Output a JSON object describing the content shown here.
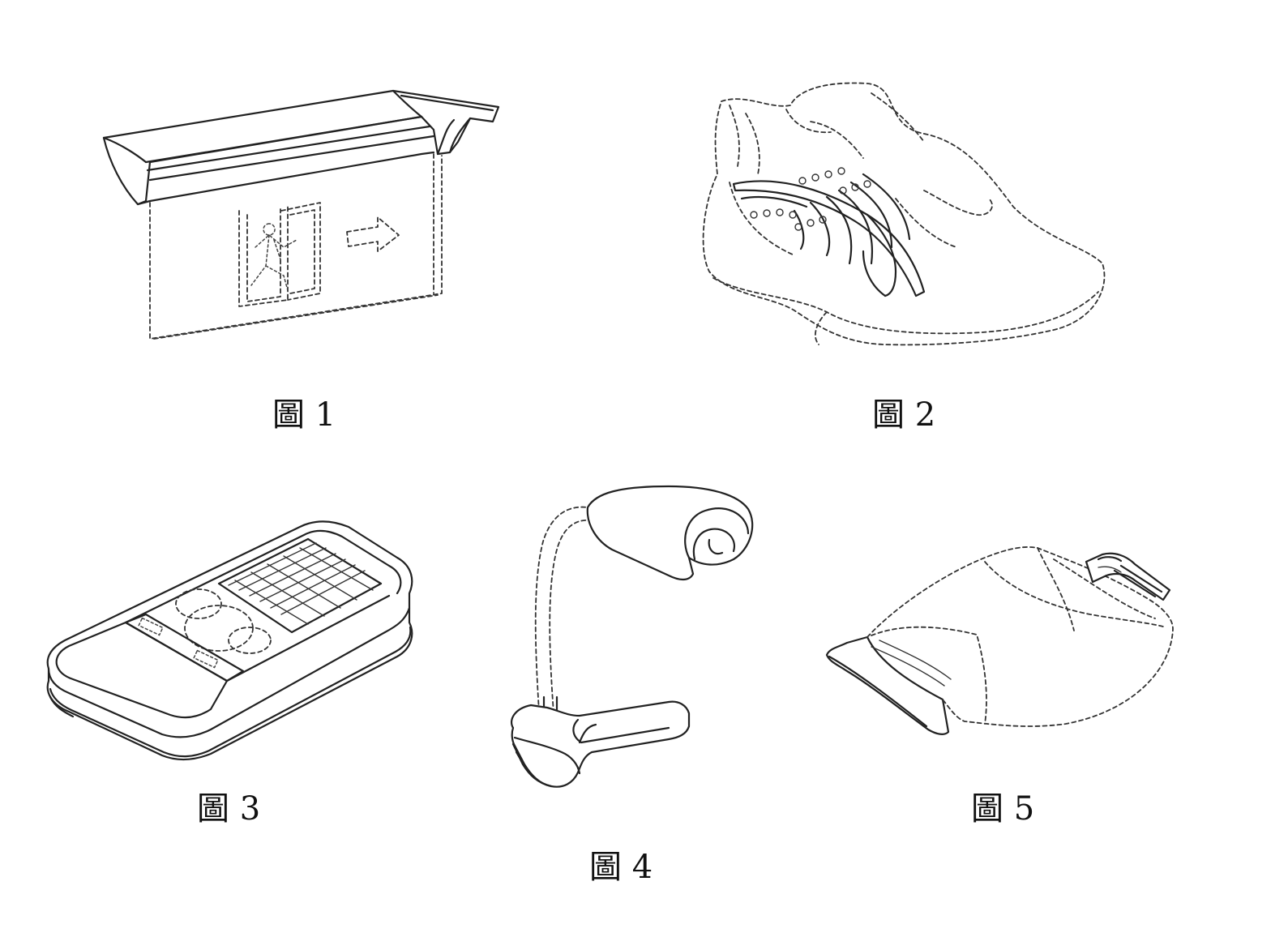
{
  "figures": [
    {
      "id": "fig1",
      "subject": "exit-sign",
      "caption": "圖 1"
    },
    {
      "id": "fig2",
      "subject": "sneaker",
      "caption": "圖 2"
    },
    {
      "id": "fig3",
      "subject": "remote-control",
      "caption": "圖 3"
    },
    {
      "id": "fig4",
      "subject": "desk-lamp",
      "caption": "圖 4"
    },
    {
      "id": "fig5",
      "subject": "pouch-package",
      "caption": "圖 5"
    }
  ]
}
